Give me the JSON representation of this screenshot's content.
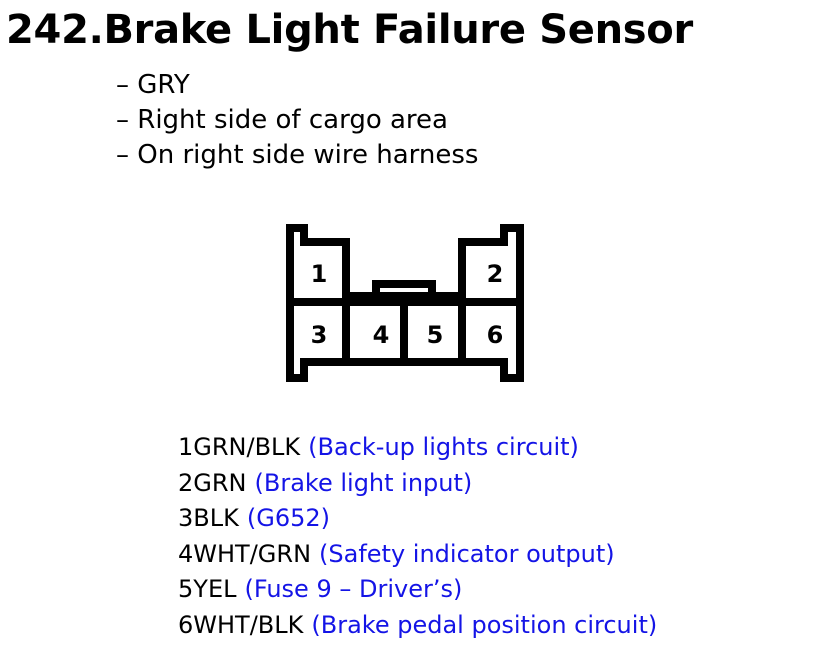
{
  "title": "242.Brake Light Failure Sensor",
  "notes": [
    "– GRY",
    "– Right side of cargo area",
    "– On right side wire harness"
  ],
  "connector": {
    "pin_labels": [
      "1",
      "2",
      "3",
      "4",
      "5",
      "6"
    ]
  },
  "pins": [
    {
      "num": "1",
      "wire": "GRN/BLK",
      "desc": "(Back-up lights circuit)"
    },
    {
      "num": "2",
      "wire": "GRN",
      "desc": "(Brake light input)"
    },
    {
      "num": "3",
      "wire": "BLK",
      "desc": "(G652)"
    },
    {
      "num": "4",
      "wire": "WHT/GRN",
      "desc": "(Safety indicator output)"
    },
    {
      "num": "5",
      "wire": "YEL",
      "desc": "(Fuse 9 – Driver’s)"
    },
    {
      "num": "6",
      "wire": "WHT/BLK",
      "desc": "(Brake pedal position circuit)"
    }
  ],
  "colors": {
    "description_text": "#1414e6",
    "text": "#000000",
    "background": "#ffffff"
  }
}
